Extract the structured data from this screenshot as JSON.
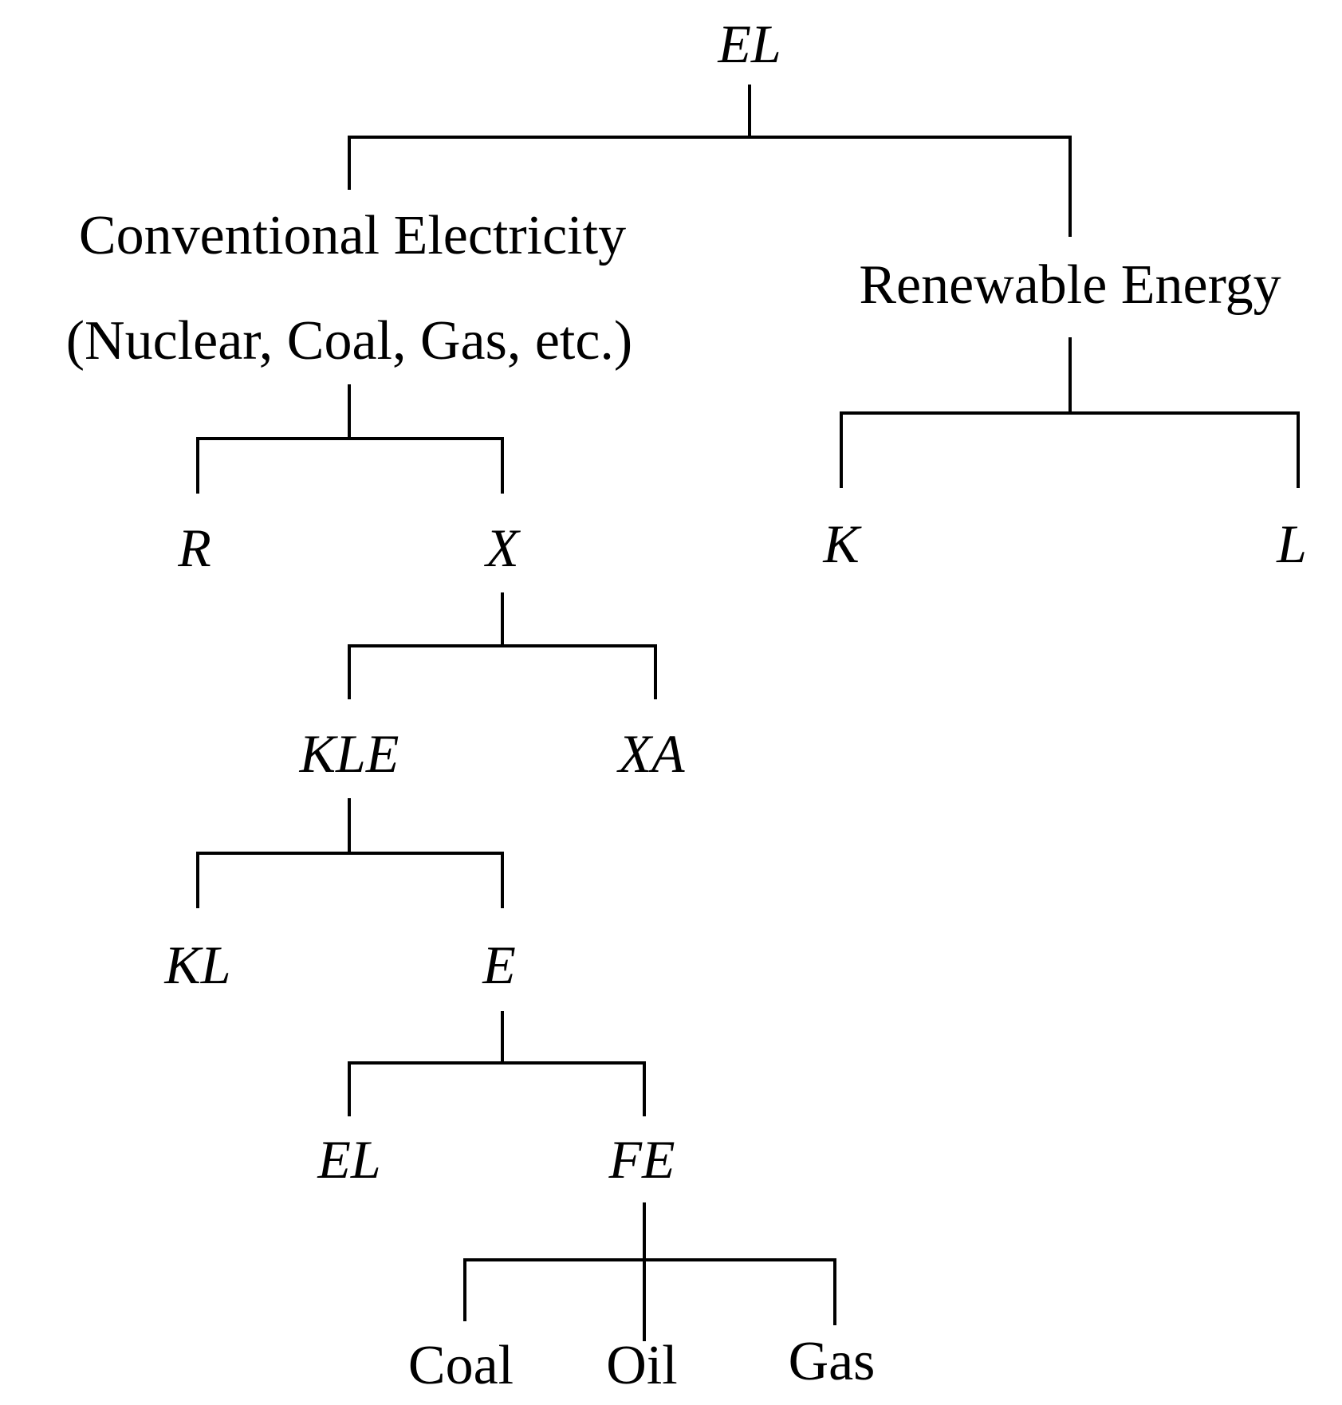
{
  "diagram": {
    "nodes": {
      "root": "EL",
      "conventional_line1": "Conventional Electricity",
      "conventional_line2": "(Nuclear, Coal, Gas, etc.)",
      "renewable": "Renewable Energy",
      "r": "R",
      "x": "X",
      "k": "K",
      "l": "L",
      "kle": "KLE",
      "xa": "XA",
      "kl": "KL",
      "e": "E",
      "el": "EL",
      "fe": "FE",
      "coal": "Coal",
      "oil": "Oil",
      "gas": "Gas"
    },
    "edges": [
      [
        "root",
        "conventional"
      ],
      [
        "root",
        "renewable"
      ],
      [
        "conventional",
        "r"
      ],
      [
        "conventional",
        "x"
      ],
      [
        "renewable",
        "k"
      ],
      [
        "renewable",
        "l"
      ],
      [
        "x",
        "kle"
      ],
      [
        "x",
        "xa"
      ],
      [
        "kle",
        "kl"
      ],
      [
        "kle",
        "e"
      ],
      [
        "e",
        "el"
      ],
      [
        "e",
        "fe"
      ],
      [
        "fe",
        "coal"
      ],
      [
        "fe",
        "oil"
      ],
      [
        "fe",
        "gas"
      ]
    ]
  }
}
